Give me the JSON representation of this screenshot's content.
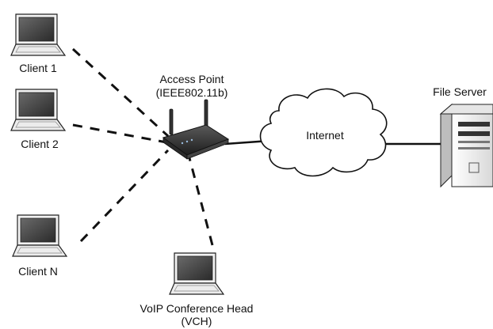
{
  "nodes": {
    "client1": {
      "label": "Client 1",
      "icon": "laptop-icon"
    },
    "client2": {
      "label": "Client 2",
      "icon": "laptop-icon"
    },
    "clientN": {
      "label": "Client N",
      "icon": "laptop-icon"
    },
    "access_point": {
      "label_line1": "Access Point",
      "label_line2": "(IEEE802.11b)",
      "icon": "wireless-router-icon"
    },
    "internet": {
      "label": "Internet",
      "icon": "cloud-icon"
    },
    "file_server": {
      "label": "File Server",
      "icon": "server-tower-icon"
    },
    "vch": {
      "label_line1": "VoIP Conference Head",
      "label_line2": "(VCH)",
      "icon": "laptop-icon"
    }
  },
  "links": [
    {
      "from": "client1",
      "to": "access_point",
      "style": "wireless-dashed"
    },
    {
      "from": "client2",
      "to": "access_point",
      "style": "wireless-dashed"
    },
    {
      "from": "clientN",
      "to": "access_point",
      "style": "wireless-dashed"
    },
    {
      "from": "vch",
      "to": "access_point",
      "style": "wireless-dashed"
    },
    {
      "from": "access_point",
      "to": "internet",
      "style": "wired-solid"
    },
    {
      "from": "internet",
      "to": "file_server",
      "style": "wired-solid"
    }
  ]
}
